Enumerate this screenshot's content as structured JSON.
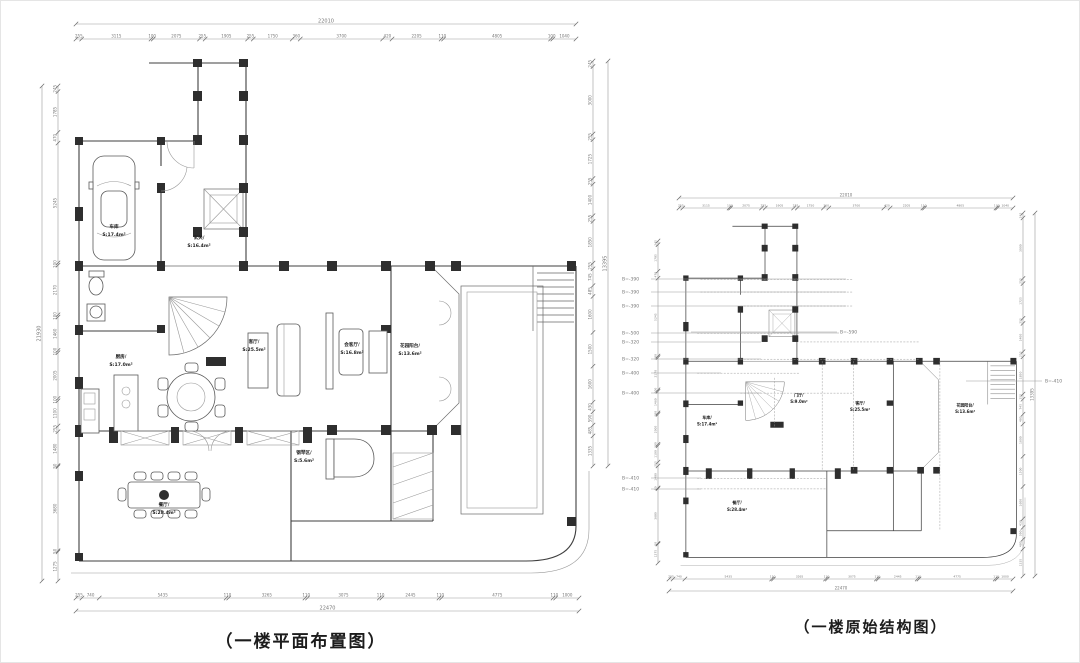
{
  "page": {
    "background": "#ffffff",
    "line_color": "#3f3f3f",
    "column_color": "#2e2e2e"
  },
  "left_plan": {
    "title": "（一楼平面布置图）",
    "rooms": {
      "garage": {
        "name": "车库",
        "area": "S:17.4m²"
      },
      "foyer": {
        "name": "玄关/",
        "area": "S:16.4m²"
      },
      "kitchen": {
        "name": "厨房/",
        "area": "S:17.0m²"
      },
      "living": {
        "name": "客厅/",
        "area": "S:25.5m²"
      },
      "tea": {
        "name": "会客厅/",
        "area": "S:16.8m²"
      },
      "sunroom": {
        "name": "花园阳台/",
        "area": "S:13.6m²"
      },
      "dining": {
        "name": "餐厅/",
        "area": "S:28.4m²"
      },
      "piano": {
        "name": "钢琴区/",
        "area": "S:5.6m²"
      }
    },
    "dims": {
      "top": {
        "total": "22010",
        "segments": [
          255,
          3115,
          100,
          2075,
          255,
          1905,
          255,
          1750,
          360,
          3700,
          420,
          2205,
          110,
          4805,
          100,
          1040
        ]
      },
      "bottom": {
        "total": "22470",
        "segments": [
          255,
          740,
          5435,
          110,
          3265,
          110,
          3075,
          110,
          2445,
          110,
          4775,
          110,
          1000
        ]
      },
      "left": {
        "total": "21930",
        "segments": [
          245,
          1785,
          470,
          5245,
          100,
          2170,
          100,
          1460,
          100,
          2005,
          100,
          1100,
          255,
          1480,
          50,
          3680,
          50,
          1275
        ]
      },
      "right": {
        "total": "13395",
        "segments": [
          245,
          3000,
          255,
          1725,
          255,
          1400,
          255,
          1850,
          255,
          745,
          485,
          1600,
          1500,
          1600,
          430,
          590,
          485,
          1335
        ]
      }
    }
  },
  "right_plan": {
    "title": "（一楼原始结构图）",
    "rooms": {
      "garage": {
        "name": "车库/",
        "area": "S:17.4m²"
      },
      "hall": {
        "name": "门厅/",
        "area": "S:9.0m²"
      },
      "living": {
        "name": "客厅/",
        "area": "S:25.5m²"
      },
      "balcony": {
        "name": "花园阳台/",
        "area": "S:13.6m²"
      },
      "dining": {
        "name": "餐厅/",
        "area": "S:28.4m²"
      }
    },
    "levels_left": [
      "B=-390",
      "B=-390",
      "B=-390",
      "B=-500",
      "B=-320",
      "B=-320",
      "B=-400",
      "B=-400",
      "B=-410",
      "B=-410"
    ],
    "levels_right": [
      "B=-590",
      "B=-410"
    ],
    "dims": {
      "top": {
        "total": "22010",
        "segments": [
          255,
          3115,
          100,
          2075,
          255,
          1905,
          255,
          1750,
          360,
          3700,
          420,
          2205,
          110,
          4805,
          100,
          1040
        ]
      },
      "bottom": {
        "total": "22470",
        "segments": [
          255,
          740,
          5435,
          110,
          3265,
          110,
          3075,
          110,
          2445,
          110,
          4775,
          110,
          1000
        ]
      },
      "left": {
        "total": "",
        "segments": [
          245,
          1785,
          470,
          5245,
          100,
          2170,
          100,
          1460,
          100,
          2005,
          100,
          1100,
          255,
          1480,
          50,
          3680,
          50,
          1275
        ]
      },
      "right": {
        "total": "13395",
        "segments": [
          245,
          3000,
          255,
          1725,
          255,
          1400,
          255,
          1850,
          255,
          745,
          485,
          1600,
          1500,
          1600,
          430,
          590,
          485,
          1335
        ]
      }
    }
  }
}
